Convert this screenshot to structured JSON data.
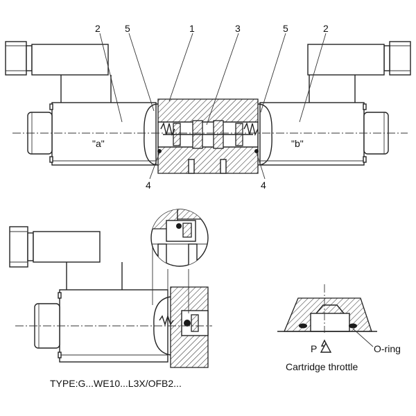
{
  "top_view": {
    "callouts": {
      "c2_left": "2",
      "c5_left": "5",
      "c1": "1",
      "c3": "3",
      "c5_right": "5",
      "c2_right": "2",
      "c4_left": "4",
      "c4_right": "4"
    },
    "solenoid_a_label": "\"a\"",
    "solenoid_b_label": "\"b\""
  },
  "bottom_left": {
    "type_label": "TYPE:G...WE10...L3X/OFB2..."
  },
  "bottom_right": {
    "port_label": "P",
    "oring_label": "O-ring",
    "caption": "Cartridge throttle"
  }
}
